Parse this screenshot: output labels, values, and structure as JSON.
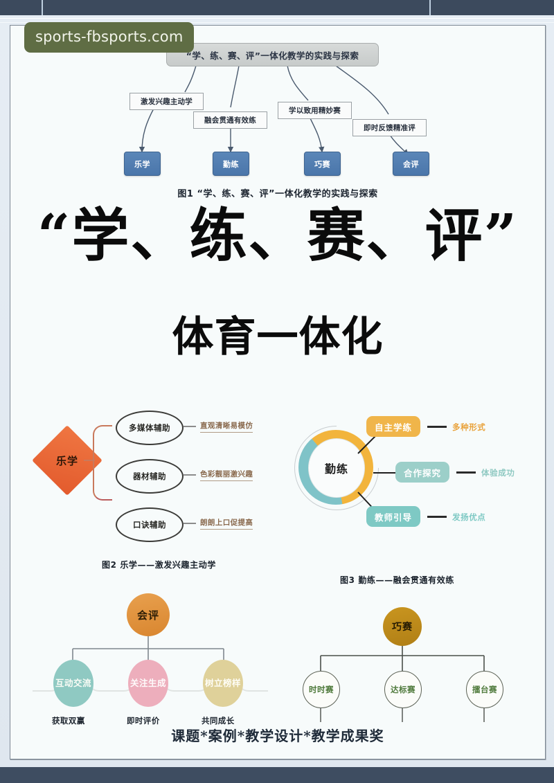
{
  "watermark": {
    "text": "sports-fbsports.com"
  },
  "figure1": {
    "title_box": "“学、练、赛、评”一体化教学的实践与探索",
    "middle_boxes": [
      "激发兴趣主动学",
      "融会贯通有效练",
      "学以致用精妙赛",
      "即时反馈精准评"
    ],
    "nodes": [
      "乐学",
      "勤练",
      "巧赛",
      "会评"
    ],
    "caption": "图1  “学、练、赛、评”一体化教学的实践与探索"
  },
  "hero": {
    "title": "“学、练、赛、评”",
    "subtitle": "体育一体化"
  },
  "figure2": {
    "center": "乐学",
    "branches": [
      {
        "label": "多媒体辅助",
        "detail": "直观清晰易模仿",
        "detail_color": "#8a6a4e"
      },
      {
        "label": "器材辅助",
        "detail": "色彩靓丽激兴趣",
        "detail_color": "#8a6a4e"
      },
      {
        "label": "口诀辅助",
        "detail": "朗朗上口促提高",
        "detail_color": "#8a6a4e"
      }
    ],
    "caption": "图2  乐学——激发兴趣主动学"
  },
  "figure3": {
    "center": "勤练",
    "branches": [
      {
        "label": "自主学练",
        "detail": "多种形式",
        "detail_color": "#e9a23b"
      },
      {
        "label": "合作探究",
        "detail": "体验成功",
        "detail_color": "#8fc9c2"
      },
      {
        "label": "教师引导",
        "detail": "发扬优点",
        "detail_color": "#7ec9c4"
      }
    ],
    "caption": "图3  勤练——融会贯通有效练"
  },
  "figure4": {
    "center": "会评",
    "branches": [
      {
        "label": "互动交流",
        "sub": "获取双赢"
      },
      {
        "label": "关注生成",
        "sub": "即时评价"
      },
      {
        "label": "树立榜样",
        "sub": "共同成长"
      }
    ]
  },
  "figure5": {
    "center": "巧赛",
    "branches": [
      "时时赛",
      "达标赛",
      "擂台赛"
    ]
  },
  "footer": {
    "text": "课题*案例*教学设计*教学成果奖"
  },
  "colors": {
    "node_blue": "#4a76aa",
    "diamond_orange": "#e35b2d",
    "donut_yellow": "#f2b43c",
    "donut_teal": "#7fc3c8",
    "huiping_orange": "#d9862f",
    "qiaosai_gold": "#b07f16",
    "watermark_bg": "#5f6d44"
  }
}
